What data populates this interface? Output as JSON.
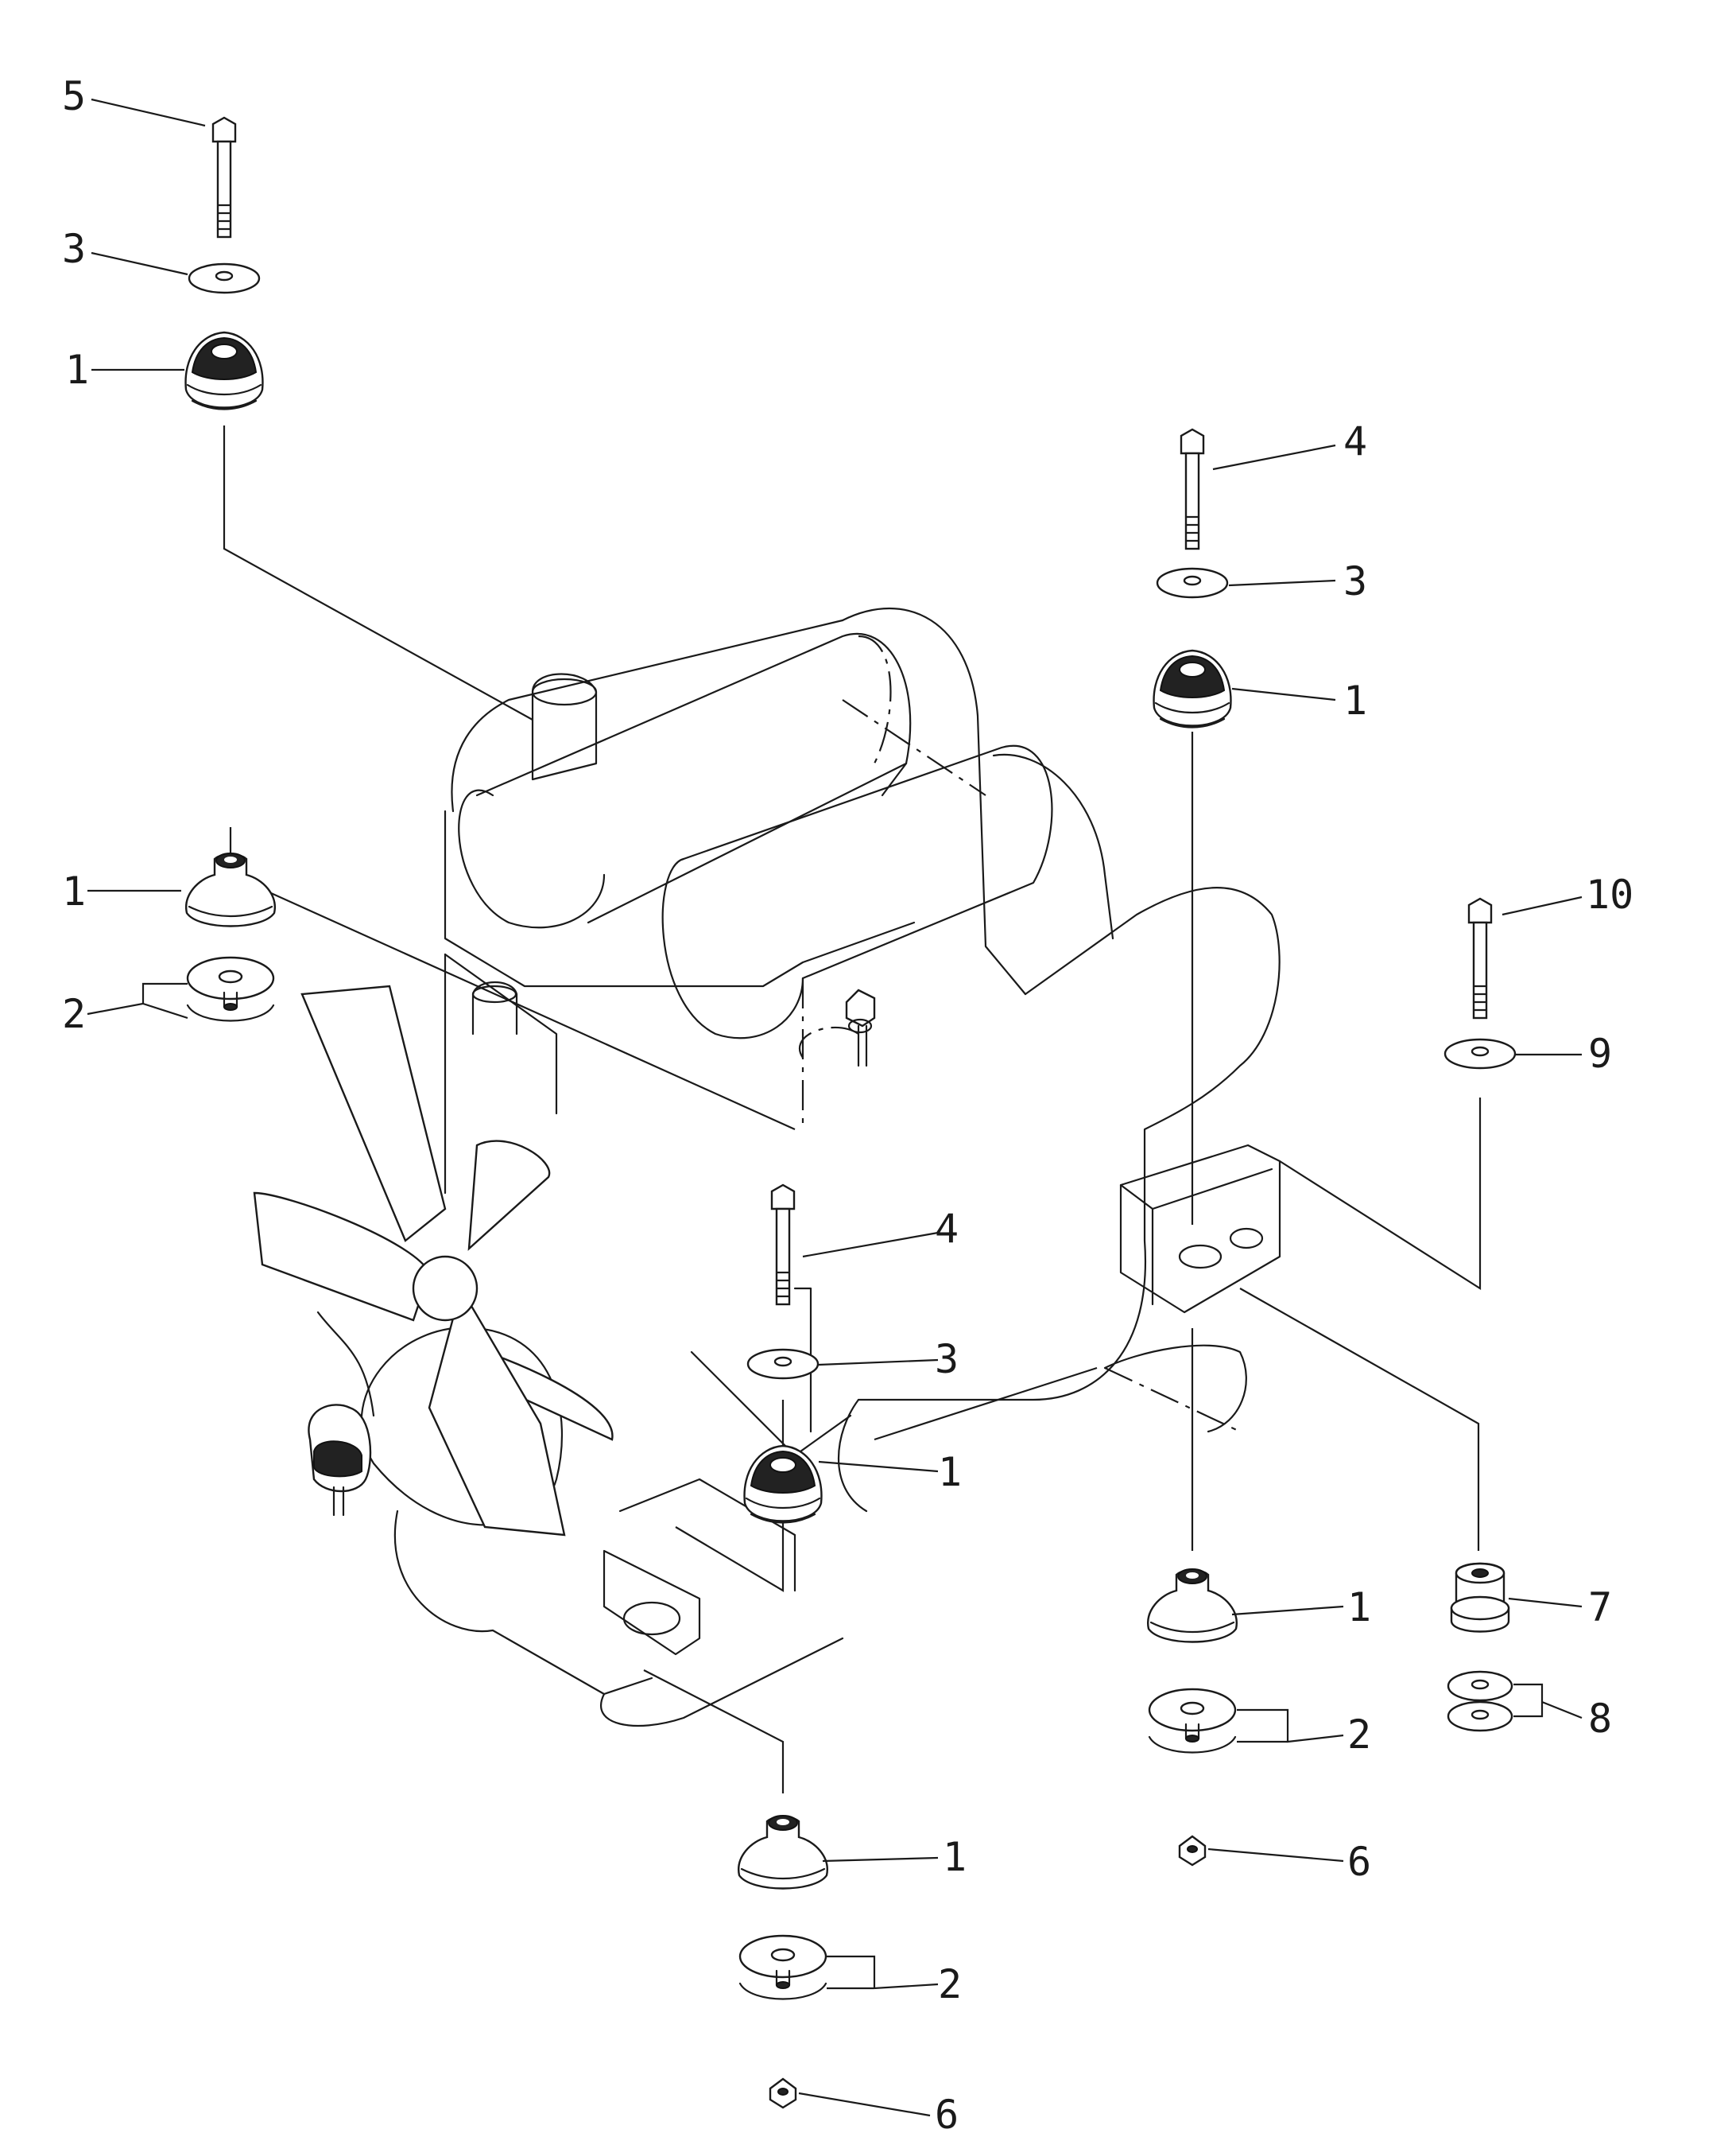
{
  "callouts": [
    {
      "id": "c5a",
      "text": "5"
    },
    {
      "id": "c3a",
      "text": "3"
    },
    {
      "id": "c1a",
      "text": "1"
    },
    {
      "id": "c4b",
      "text": "4"
    },
    {
      "id": "c3b",
      "text": "3"
    },
    {
      "id": "c1b",
      "text": "1"
    },
    {
      "id": "c10",
      "text": "10"
    },
    {
      "id": "c9",
      "text": "9"
    },
    {
      "id": "c1c",
      "text": "1"
    },
    {
      "id": "c2c",
      "text": "2"
    },
    {
      "id": "c4d",
      "text": "4"
    },
    {
      "id": "c3d",
      "text": "3"
    },
    {
      "id": "c1d",
      "text": "1"
    },
    {
      "id": "c1e",
      "text": "1"
    },
    {
      "id": "c7",
      "text": "7"
    },
    {
      "id": "c2e",
      "text": "2"
    },
    {
      "id": "c8",
      "text": "8"
    },
    {
      "id": "c6e",
      "text": "6"
    },
    {
      "id": "c1f",
      "text": "1"
    },
    {
      "id": "c2f",
      "text": "2"
    },
    {
      "id": "c6f",
      "text": "6"
    }
  ],
  "parts": {
    "mount_cushion": "mount-cushion-icon",
    "bolt": "bolt-icon",
    "washer": "washer-icon",
    "nut": "nut-icon",
    "spacer": "spacer-collar-icon",
    "engine": "engine-block-icon",
    "fan": "cooling-fan-icon"
  }
}
